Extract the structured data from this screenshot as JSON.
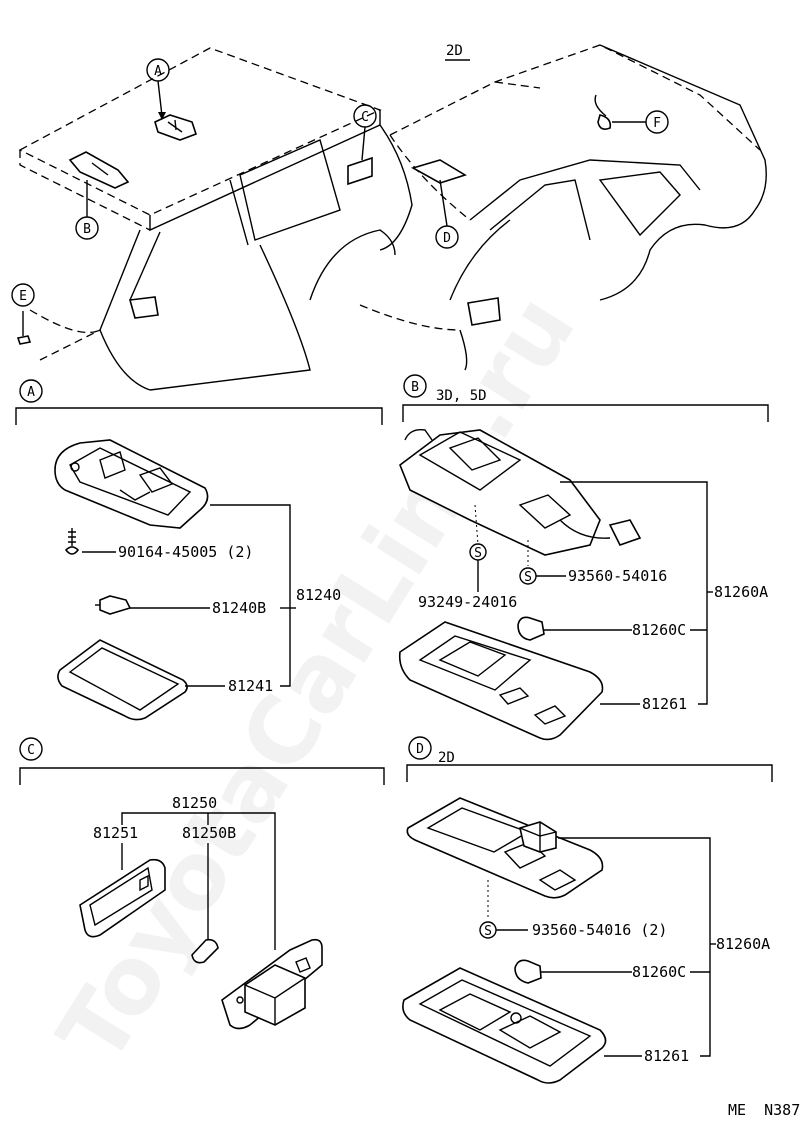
{
  "overview": {
    "model_2d_label": "2D",
    "callouts": [
      "A",
      "B",
      "C",
      "D",
      "E",
      "F"
    ]
  },
  "sections": {
    "A": {
      "letter": "A",
      "parts": {
        "screw": "90164-45005 (2)",
        "bulb": "81240B",
        "assy": "81240",
        "lens": "81241"
      }
    },
    "B": {
      "letter": "B",
      "variant": "3D, 5D",
      "parts": {
        "nut": "93249-24016",
        "screw": "93560-54016",
        "assy": "81260A",
        "bulb": "81260C",
        "lens": "81261"
      },
      "s_mark": "S"
    },
    "C": {
      "letter": "C",
      "parts": {
        "assy": "81250",
        "lens": "81251",
        "bulb": "81250B"
      }
    },
    "D": {
      "letter": "D",
      "variant": "2D",
      "parts": {
        "screw": "93560-54016 (2)",
        "assy": "81260A",
        "bulb": "81260C",
        "lens": "81261"
      },
      "s_mark": "S"
    }
  },
  "footer_code": "ME  N387",
  "watermark": "ToyotaCarLine.ru"
}
